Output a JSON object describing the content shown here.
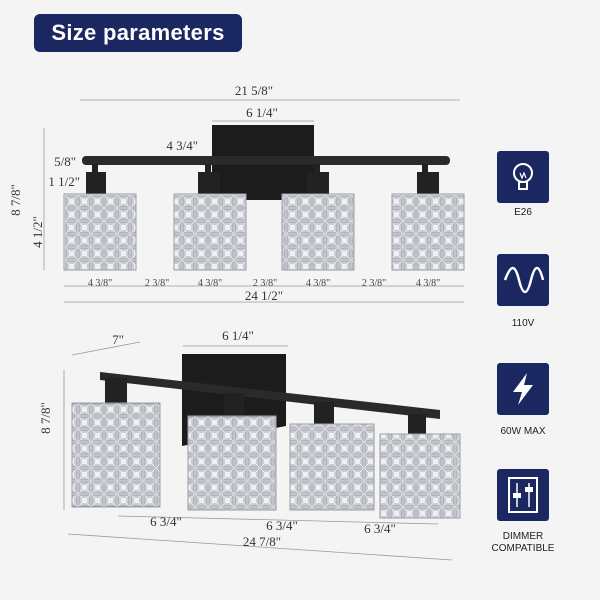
{
  "header": {
    "title": "Size parameters"
  },
  "top_view": {
    "overall_width": "21 5/8\"",
    "plate_width": "6 1/4\"",
    "plate_height": "4 3/4\"",
    "arm_thickness": "5/8\"",
    "socket_height": "1 1/2\"",
    "total_height": "8 7/8\"",
    "shade_height": "4 1/2\"",
    "shade_widths": [
      "4 3/8\"",
      "4 3/8\"",
      "4 3/8\"",
      "4 3/8\""
    ],
    "gaps": [
      "2 3/8\"",
      "2 3/8\"",
      "2 3/8\""
    ],
    "span_width": "24 1/2\""
  },
  "side_view": {
    "depth": "7\"",
    "plate_width": "6 1/4\"",
    "height": "8 7/8\"",
    "spacings": [
      "6 3/4\"",
      "6 3/4\"",
      "6 3/4\""
    ],
    "total_width": "24 7/8\""
  },
  "specs": [
    {
      "label": "E26",
      "icon": "bulb-icon"
    },
    {
      "label": "110V",
      "icon": "sine-wave-icon"
    },
    {
      "label": "60W MAX",
      "icon": "lightning-icon"
    },
    {
      "label": "DIMMER\nCOMPATIBLE",
      "icon": "dimmer-switch-icon"
    }
  ],
  "colors": {
    "badge": "#1b2761",
    "fixture": "#1c1c1c",
    "crystal": "#c9ccd2"
  }
}
